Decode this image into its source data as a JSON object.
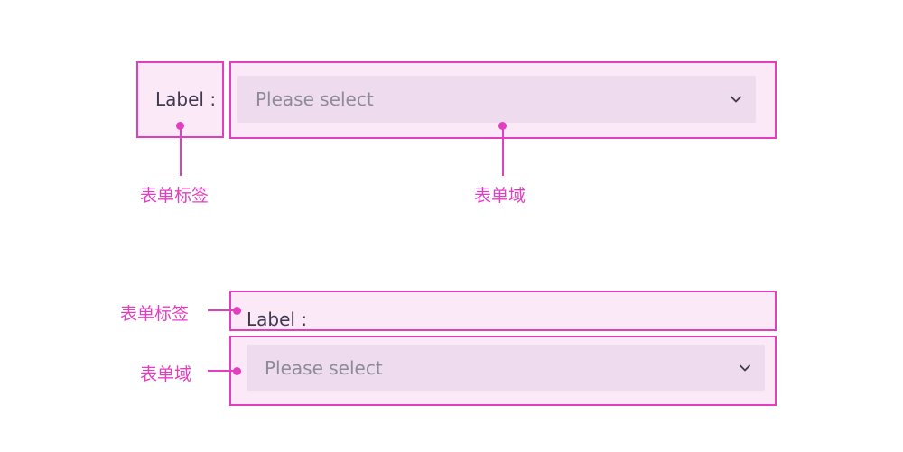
{
  "colors": {
    "accent": "#e23fc0",
    "box_fill": "#fbe9f7",
    "select_fill": "#efdbee",
    "label_text": "#3f3950",
    "placeholder_text": "#8d8a99"
  },
  "horizontal_layout": {
    "label": "Label :",
    "select_placeholder": "Please select",
    "select_icon": "chevron-down-icon",
    "annotation_label": "表单标签",
    "annotation_field": "表单域"
  },
  "vertical_layout": {
    "label": "Label :",
    "select_placeholder": "Please select",
    "select_icon": "chevron-down-icon",
    "annotation_label": "表单标签",
    "annotation_field": "表单域"
  }
}
